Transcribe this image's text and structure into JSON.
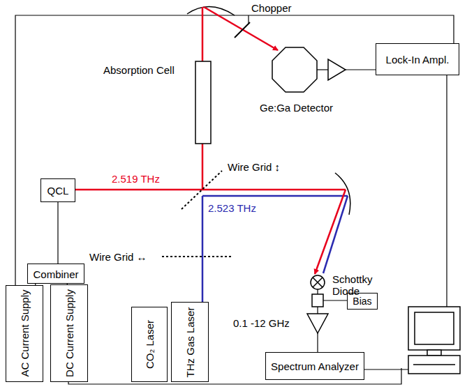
{
  "diagram": {
    "nodes": [
      {
        "text": [
          "Lock-In Ampl."
        ]
      },
      {
        "text": [
          "QCL"
        ]
      },
      {
        "text": [
          "Combiner"
        ]
      },
      {
        "text": [
          "AC Current Supply"
        ]
      },
      {
        "text": [
          "DC Current Supply"
        ]
      },
      {
        "text": [
          "CO₂ Laser"
        ]
      },
      {
        "text": [
          "THz Gas Laser"
        ]
      },
      {
        "text": [
          "Bias"
        ]
      },
      {
        "text": [
          "Spectrum Analyzer"
        ]
      }
    ],
    "edges": [
      {
        "from": 2,
        "to": 1,
        "arrow": "none"
      },
      {
        "from": 2,
        "to": 3,
        "arrow": "none"
      },
      {
        "from": 2,
        "to": 4,
        "arrow": "none"
      }
    ],
    "labels": [
      "Chopper",
      "Absorption Cell",
      "Ge:Ga Detector",
      "2.519 THz",
      "Wire Grid ↕",
      "2.523 THz",
      "Wire Grid ↔",
      "Schottky Diode",
      "0.1 -12 GHz"
    ]
  }
}
